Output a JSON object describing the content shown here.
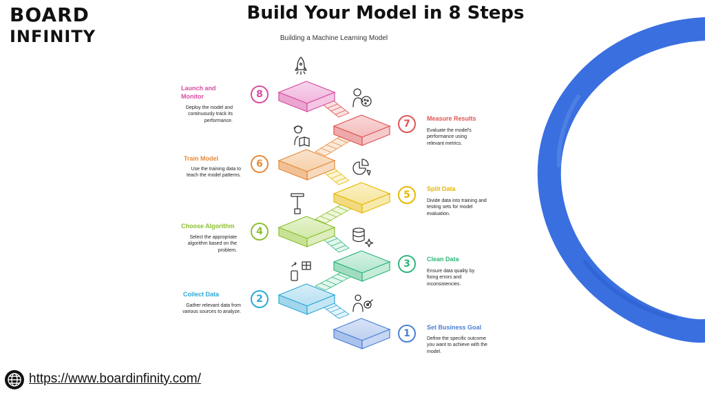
{
  "brand": {
    "line1": "BOARD",
    "line2": "INFINITY"
  },
  "title": "Build Your Model in 8 Steps",
  "subtitle": "Building a Machine Learning Model",
  "steps": [
    {
      "num": "1",
      "title": "Set Business Goal",
      "desc": "Define the specific outcome you want to achieve with the model.",
      "color": "#4a7fd4",
      "icon": "target-person-icon"
    },
    {
      "num": "2",
      "title": "Collect Data",
      "desc": "Gather relevant data from various sources to analyze.",
      "color": "#2aa8d6",
      "icon": "devices-icon"
    },
    {
      "num": "3",
      "title": "Clean Data",
      "desc": "Ensure data quality by fixing errors and inconsistencies.",
      "color": "#2fb67a",
      "icon": "database-sparkle-icon"
    },
    {
      "num": "4",
      "title": "Choose Algorithm",
      "desc": "Select the appropriate algorithm based on the problem.",
      "color": "#8cbf2e",
      "icon": "tool-icon"
    },
    {
      "num": "5",
      "title": "Split Data",
      "desc": "Divide data into training and testing sets for model evaluation.",
      "color": "#e6b800",
      "icon": "pie-split-icon"
    },
    {
      "num": "6",
      "title": "Train Model",
      "desc": "Use the training data to teach the model patterns.",
      "color": "#e58a3a",
      "icon": "reader-icon"
    },
    {
      "num": "7",
      "title": "Measure Results",
      "desc": "Evaluate the model's performance using relevant metrics.",
      "color": "#e05454",
      "icon": "analyst-icon"
    },
    {
      "num": "8",
      "title": "Launch and Monitor",
      "desc": "Deploy the model and continuously track its performance.",
      "color": "#d94ca0",
      "icon": "rocket-icon"
    }
  ],
  "website": "https://www.boardinfinity.com/",
  "colors": {
    "accent_blue": "#3a6fe0"
  }
}
